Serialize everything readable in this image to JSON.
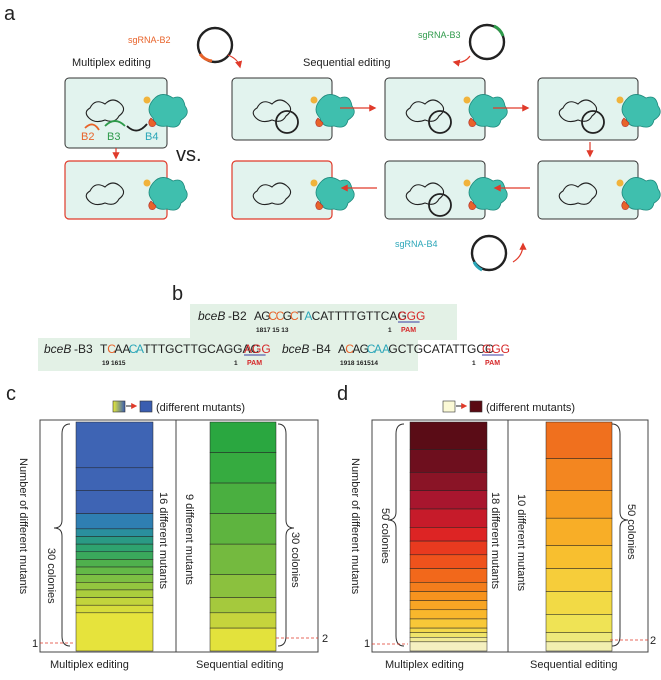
{
  "panel_a": {
    "letter": "a",
    "multiplex_title": "Multiplex editing",
    "sequential_title": "Sequential editing",
    "vs_label": "vs.",
    "sgRNA_B2": "sgRNA-B2",
    "sgRNA_B3": "sgRNA-B3",
    "sgRNA_B4": "sgRNA-B4",
    "target_B2": "B2",
    "target_B3": "B3",
    "target_B4": "B4",
    "colors": {
      "b2": "#e8632a",
      "b3": "#2e9a4a",
      "b4": "#2aa6b8",
      "cas9": "#3fbfae",
      "arrow": "#e03a2a"
    }
  },
  "panel_b": {
    "letter": "b",
    "rows": [
      {
        "gene": "bceB",
        "suffix": "-B2",
        "bases": [
          {
            "t": "A",
            "c": "#222"
          },
          {
            "t": "G",
            "c": "#222"
          },
          {
            "t": "C",
            "c": "#e8632a"
          },
          {
            "t": "C",
            "c": "#e8632a"
          },
          {
            "t": "G",
            "c": "#222"
          },
          {
            "t": "C",
            "c": "#e8632a"
          },
          {
            "t": "T",
            "c": "#222"
          },
          {
            "t": "A",
            "c": "#2aa6b8"
          },
          {
            "t": "CATTTTGTTCAG",
            "c": "#222"
          },
          {
            "t": "CGG",
            "c": "#d62728",
            "u": true
          }
        ],
        "numbers": "1817    15  13",
        "pos_one": "1",
        "pam": "PAM"
      },
      {
        "gene": "bceB",
        "suffix": "-B3",
        "bases": [
          {
            "t": "T",
            "c": "#222"
          },
          {
            "t": "C",
            "c": "#e8632a"
          },
          {
            "t": "AA",
            "c": "#222"
          },
          {
            "t": "C",
            "c": "#2aa6b8"
          },
          {
            "t": "A",
            "c": "#2aa6b8"
          },
          {
            "t": "TTTGCTTGCAGGAC",
            "c": "#222"
          },
          {
            "t": "AGG",
            "c": "#d62728",
            "u": true
          }
        ],
        "numbers": "19        1615",
        "pos_one": "1",
        "pam": "PAM"
      },
      {
        "gene": "bceB",
        "suffix": "-B4",
        "bases": [
          {
            "t": "A",
            "c": "#222"
          },
          {
            "t": "C",
            "c": "#e8632a"
          },
          {
            "t": "A",
            "c": "#222"
          },
          {
            "t": "G",
            "c": "#222"
          },
          {
            "t": "C",
            "c": "#2aa6b8"
          },
          {
            "t": "AA",
            "c": "#2aa6b8"
          },
          {
            "t": "GCTGCATATTGCC",
            "c": "#222"
          },
          {
            "t": "GGG",
            "c": "#d62728",
            "u": true
          }
        ],
        "numbers": "1918    161514",
        "pos_one": "1",
        "pam": "PAM"
      }
    ]
  },
  "panel_c": {
    "letter": "c",
    "legend_text": "(different mutants)",
    "legend_from": "#e8ec3a",
    "legend_to": "#3a5db0",
    "y_axis_label": "Number of different mutants",
    "x_labels": [
      "Multiplex editing",
      "Sequential editing"
    ],
    "left_brace_label": "30 colonies",
    "right_brace_label": "30 colonies",
    "multiplex_label": "16 different mutants",
    "sequential_label": "9 different mutants",
    "tick_left": "1",
    "tick_right": "2",
    "multiplex_band_colors": [
      "#3e64b4",
      "#3e64b4",
      "#3e64b4",
      "#2f7fb2",
      "#2a8f9e",
      "#2a9a84",
      "#2ea36f",
      "#3aa95c",
      "#4fb04d",
      "#63b847",
      "#7cbf43",
      "#93c63f",
      "#abcd3d",
      "#c2d43c",
      "#d6dc3b",
      "#e6e33c"
    ],
    "multiplex_band_heights": [
      6,
      3,
      3,
      2,
      1,
      1,
      1,
      1,
      1,
      1,
      1,
      1,
      1,
      1,
      1,
      5
    ],
    "sequential_band_colors": [
      "#2aa740",
      "#36ab40",
      "#4aaf40",
      "#5eb43f",
      "#74ba3f",
      "#8bc13e",
      "#a5c93d",
      "#c6d43c",
      "#e3e23c"
    ],
    "sequential_band_heights": [
      4,
      4,
      4,
      4,
      4,
      3,
      2,
      2,
      3
    ]
  },
  "panel_d": {
    "letter": "d",
    "legend_text": "(different mutants)",
    "legend_from": "#fbf9d6",
    "legend_to": "#5a0a12",
    "y_axis_label": "Number of different mutants",
    "x_labels": [
      "Multiplex editing",
      "Sequential editing"
    ],
    "left_brace_label": "50 colonies",
    "right_brace_label": "50 colonies",
    "multiplex_label": "18 different mutants",
    "sequential_label": "10 different mutants",
    "tick_left": "1",
    "tick_right": "2",
    "multiplex_band_colors": [
      "#5a0c16",
      "#6e0f1e",
      "#8a1426",
      "#a8162e",
      "#c61b2a",
      "#dd2424",
      "#e83a1f",
      "#ef521c",
      "#f2681b",
      "#f47d1c",
      "#f7931e",
      "#f8a524",
      "#f9b72c",
      "#f8c838",
      "#f4d84a",
      "#f0e46a",
      "#f1ea94",
      "#f5f0c0"
    ],
    "multiplex_band_heights": [
      6,
      5,
      4,
      4,
      4,
      3,
      3,
      3,
      3,
      2,
      2,
      2,
      2,
      2,
      1,
      1,
      1,
      2
    ],
    "sequential_band_colors": [
      "#f0701e",
      "#f38620",
      "#f69c22",
      "#f8ae27",
      "#f8bf2f",
      "#f6cd3a",
      "#f2da45",
      "#efe355",
      "#eee97a",
      "#f2efb0"
    ],
    "sequential_band_heights": [
      8,
      7,
      6,
      6,
      5,
      5,
      5,
      4,
      2,
      2
    ]
  }
}
